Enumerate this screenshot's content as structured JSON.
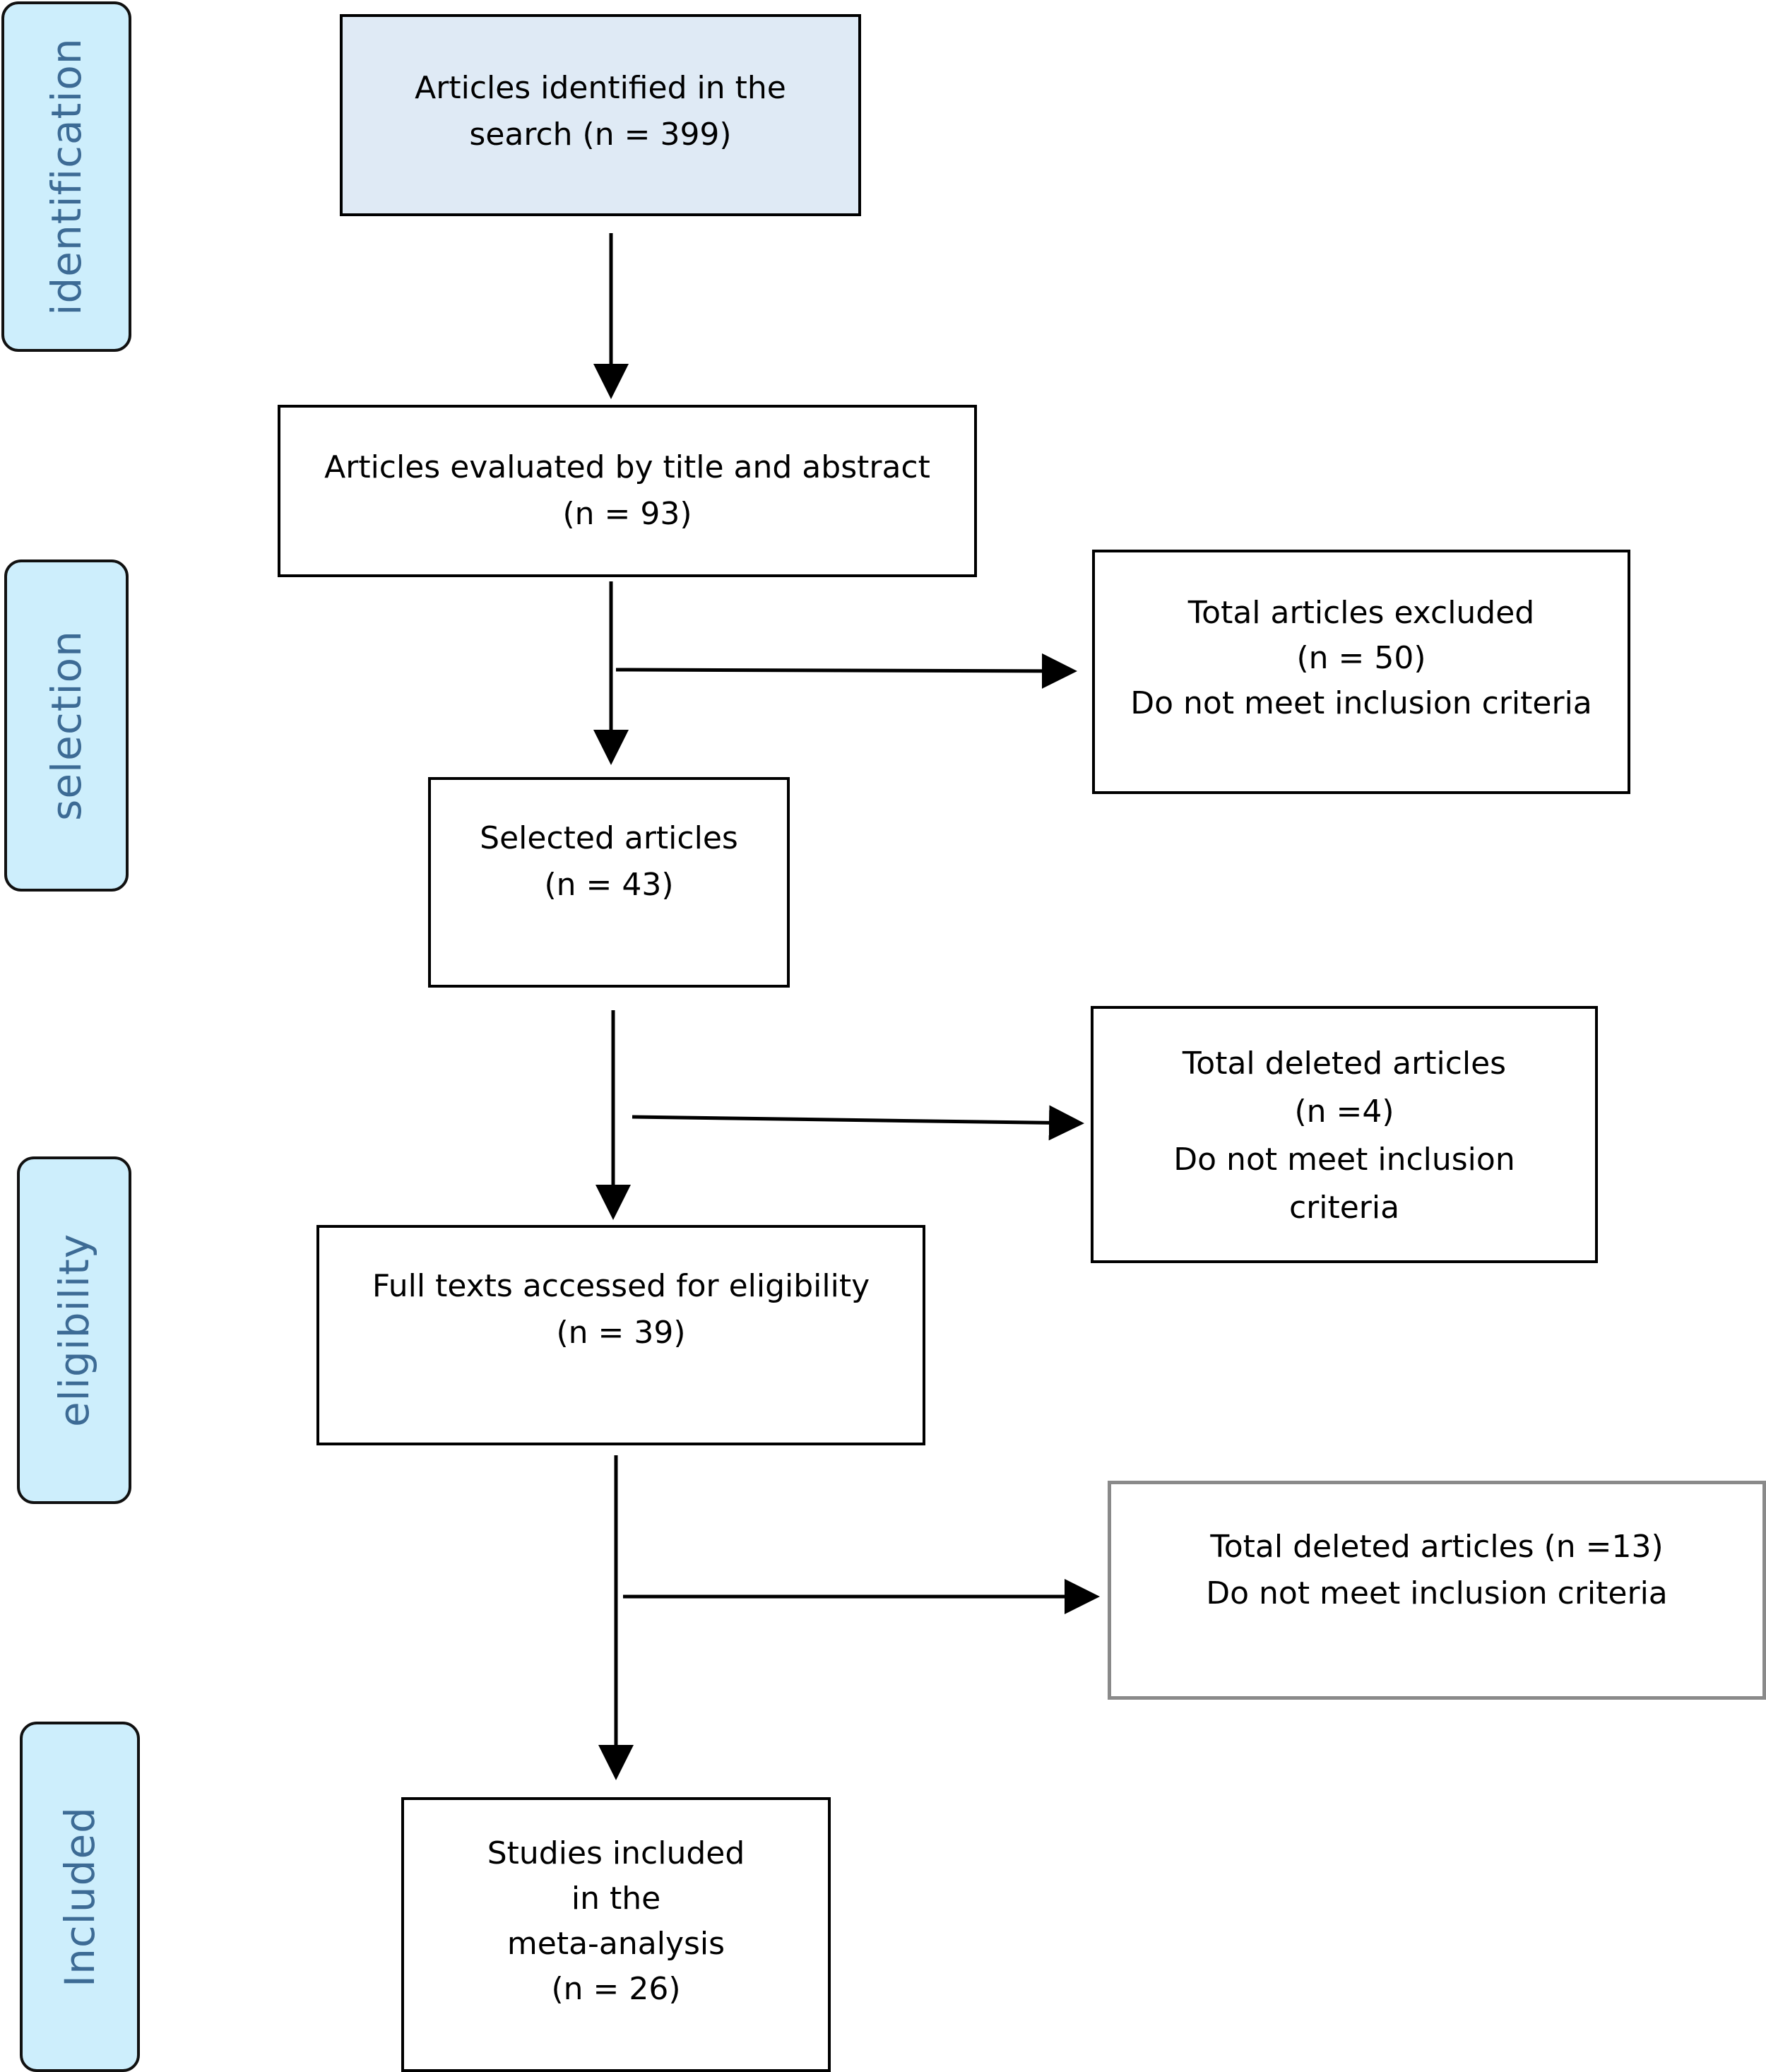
{
  "diagram": {
    "colors": {
      "phase_fill": "#cdeefc",
      "phase_text": "#3d6b95",
      "first_box_fill": "#dfeaf5",
      "border": "#000000",
      "grey_border": "#8a8a8a"
    },
    "phases": {
      "identification": "identification",
      "selection": "selection",
      "eligibility": "eligibility",
      "included": "Included"
    },
    "boxes": {
      "identified": [
        "Articles identified in the",
        "search (n = 399)"
      ],
      "evaluated": [
        "Articles evaluated by title and abstract",
        "(n = 93)"
      ],
      "excluded": [
        "Total articles excluded",
        "(n = 50)",
        "Do not meet inclusion criteria"
      ],
      "selected": [
        "Selected articles",
        "(n = 43)"
      ],
      "deleted_1": [
        "Total deleted articles",
        "(n =4)",
        "Do not meet inclusion",
        "criteria"
      ],
      "full_texts": [
        "Full texts accessed for eligibility",
        "(n = 39)"
      ],
      "deleted_2": [
        "Total deleted articles (n =13)",
        "Do not meet inclusion criteria"
      ],
      "included": [
        "Studies included",
        "in the",
        "meta-analysis",
        "(n = 26)"
      ]
    }
  }
}
